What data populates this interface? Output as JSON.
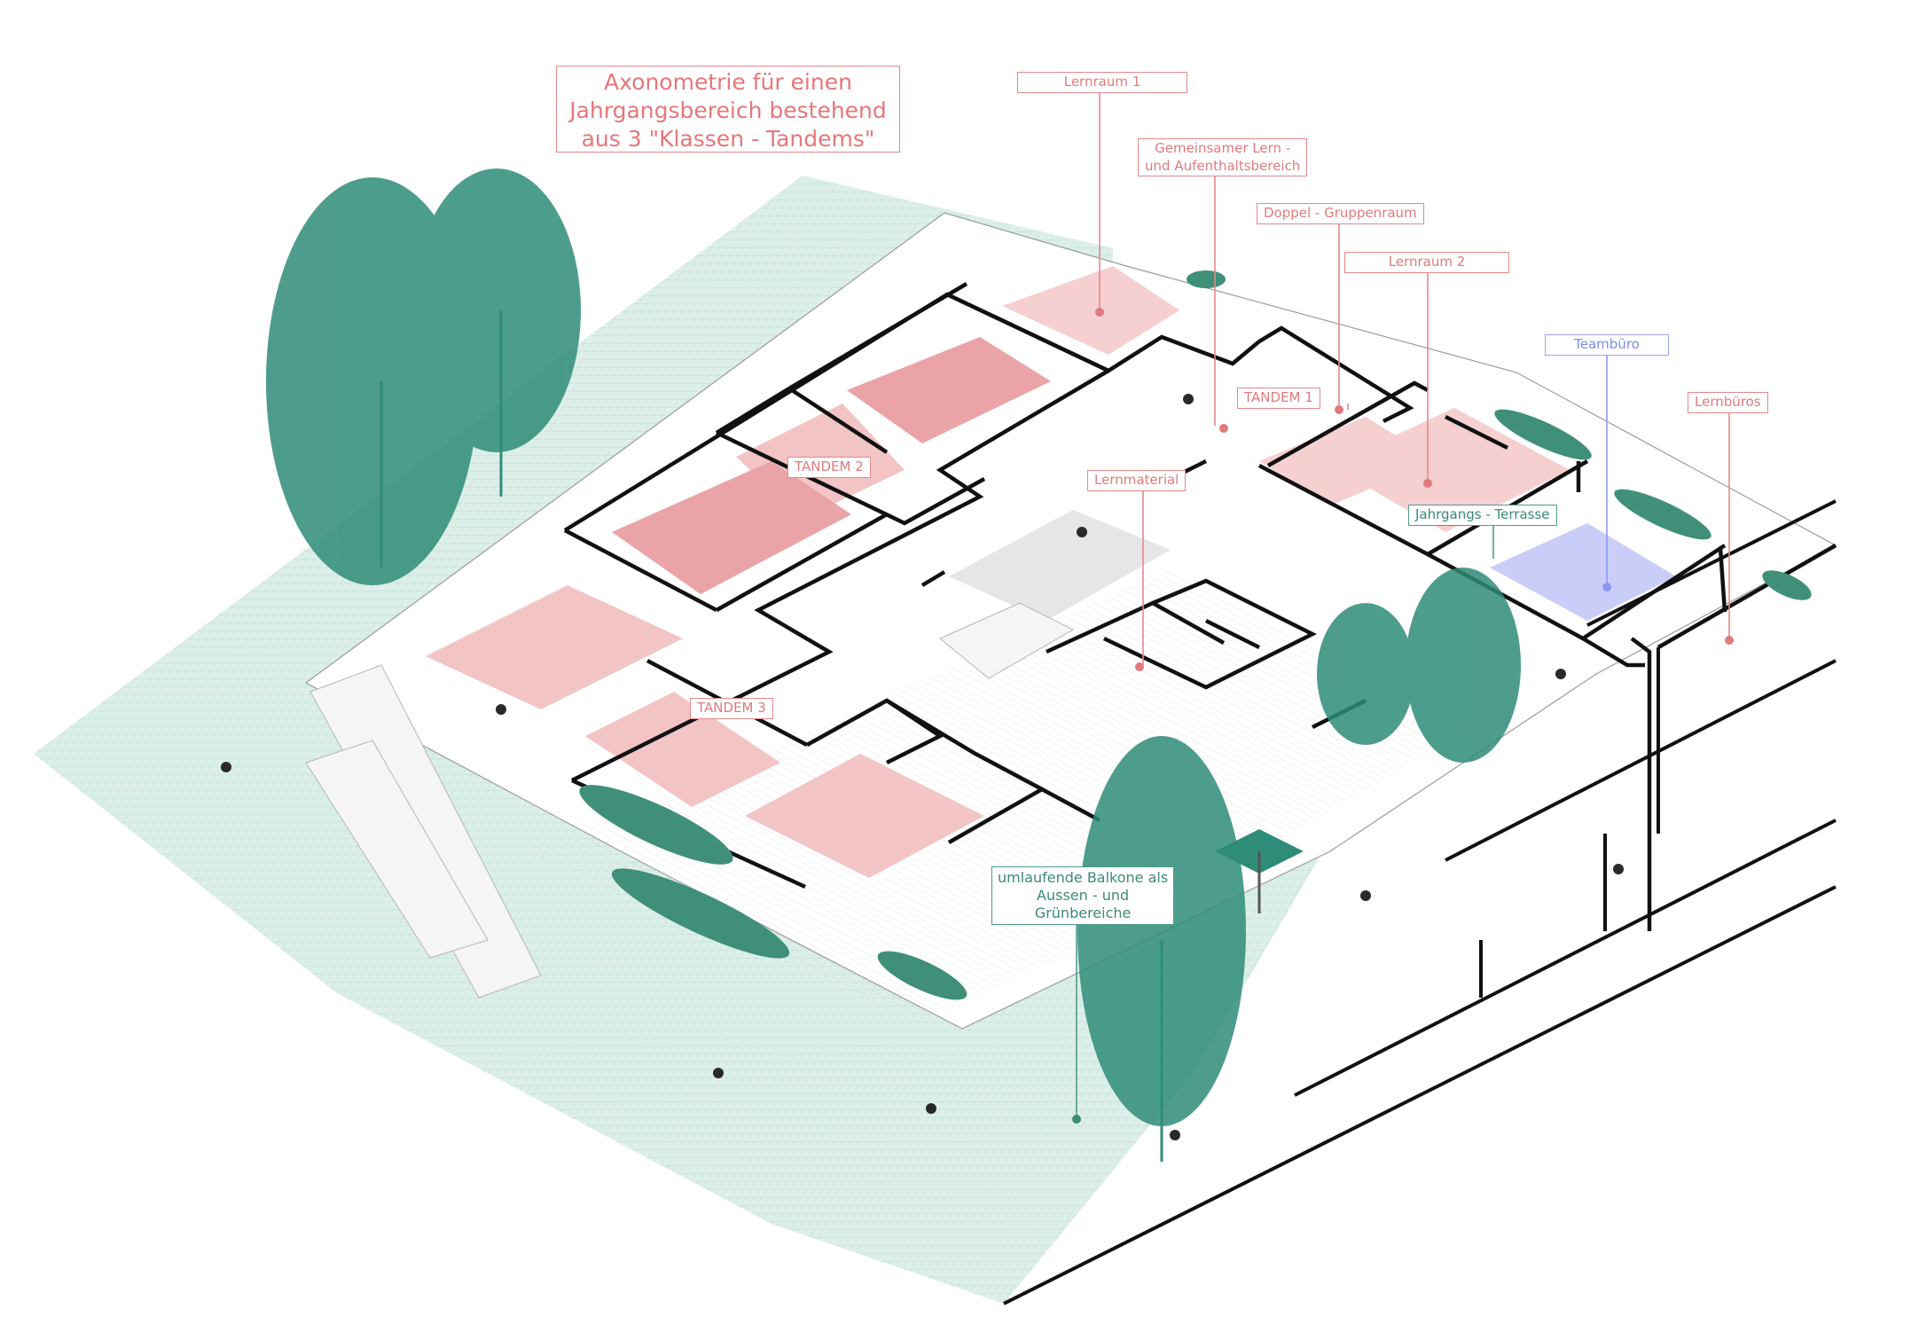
{
  "title_lines": [
    "Axonometrie für einen",
    "Jahrgangsbereich bestehend",
    "aus 3 \"Klassen - Tandems\""
  ],
  "labels": {
    "lernraum1": "Lernraum 1",
    "gemeinsam_l1": "Gemeinsamer Lern -",
    "gemeinsam_l2": "und Aufenthaltsbereich",
    "doppel": "Doppel - Gruppenraum",
    "lernraum2": "Lernraum 2",
    "teambuero": "Teambüro",
    "lernbueros": "Lernbüros",
    "tandem1": "TANDEM 1",
    "tandem2": "TANDEM 2",
    "tandem3": "TANDEM 3",
    "lernmaterial": "Lernmaterial",
    "terrasse": "Jahrgangs - Terrasse",
    "balkone_l1": "umlaufende Balkone als",
    "balkone_l2": "Aussen - und",
    "balkone_l3": "Grünbereiche"
  },
  "colors": {
    "accent_red": "#e5888a",
    "room_pink": "#f3c4c5",
    "room_pink_dark": "#e9a3a5",
    "team_blue": "#c9cdf7",
    "label_blue": "#7f8aef",
    "label_green": "#3c8a76",
    "ground_green": "#d8eee7",
    "tree_green": "#2f8c78",
    "wall_black": "#111111"
  }
}
